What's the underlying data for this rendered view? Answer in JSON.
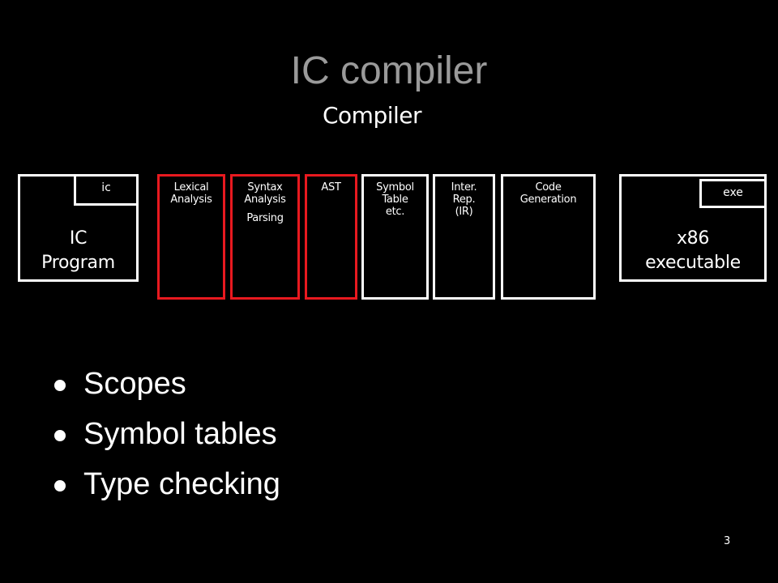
{
  "title": "IC compiler",
  "subtitle": "Compiler",
  "input_file": {
    "extension": "ic",
    "label": "IC\nProgram"
  },
  "stages": [
    {
      "label": "Lexical\nAnalysis",
      "sub": "",
      "highlighted": true
    },
    {
      "label": "Syntax\nAnalysis",
      "sub": "Parsing",
      "highlighted": true
    },
    {
      "label": "AST",
      "sub": "",
      "highlighted": true
    },
    {
      "label": "Symbol\nTable\netc.",
      "sub": "",
      "highlighted": false
    },
    {
      "label": "Inter.\nRep.\n(IR)",
      "sub": "",
      "highlighted": false
    },
    {
      "label": "Code\nGeneration",
      "sub": "",
      "highlighted": false
    }
  ],
  "output_file": {
    "extension": "exe",
    "label": "x86\nexecutable"
  },
  "bullets": [
    "Scopes",
    "Symbol tables",
    "Type checking"
  ],
  "page_number": "3",
  "colors": {
    "background": "#000000",
    "highlight": "#e8191f",
    "title": "#9a9a9a"
  }
}
